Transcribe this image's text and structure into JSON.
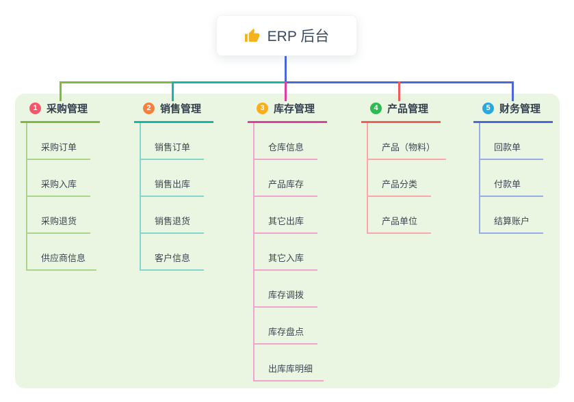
{
  "root": {
    "icon": "thumbs-up-icon",
    "icon_color": "#f2b31b",
    "label": "ERP 后台"
  },
  "branches": [
    {
      "number": "1",
      "label": "采购管理",
      "badge_color": "#f2576a",
      "line_color": "#7dbb3e",
      "light_color": "#a9d589",
      "children": [
        "采购订单",
        "采购入库",
        "采购退货",
        "供应商信息"
      ]
    },
    {
      "number": "2",
      "label": "销售管理",
      "badge_color": "#f5803c",
      "line_color": "#17b5aa",
      "light_color": "#82d6cf",
      "children": [
        "销售订单",
        "销售出库",
        "销售退货",
        "客户信息"
      ]
    },
    {
      "number": "3",
      "label": "库存管理",
      "badge_color": "#fbae19",
      "line_color": "#df3da0",
      "light_color": "#f0a3d1",
      "children": [
        "仓库信息",
        "产品库存",
        "其它出库",
        "其它入库",
        "库存调拨",
        "库存盘点",
        "出库库明细"
      ]
    },
    {
      "number": "4",
      "label": "产品管理",
      "badge_color": "#2eba52",
      "line_color": "#f45b5b",
      "light_color": "#f8a8a8",
      "children": [
        "产品（物料）",
        "产品分类",
        "产品单位"
      ]
    },
    {
      "number": "5",
      "label": "财务管理",
      "badge_color": "#2ba7e0",
      "line_color": "#4a68d8",
      "light_color": "#97abe4",
      "children": [
        "回款单",
        "付款单",
        "结算账户"
      ]
    }
  ],
  "colors": {
    "panel_bg": "#eaf6e2",
    "page_bg": "#ffffff",
    "root_text": "#3a4a60",
    "branch_text": "#333f4d",
    "child_text": "#3d4751"
  }
}
